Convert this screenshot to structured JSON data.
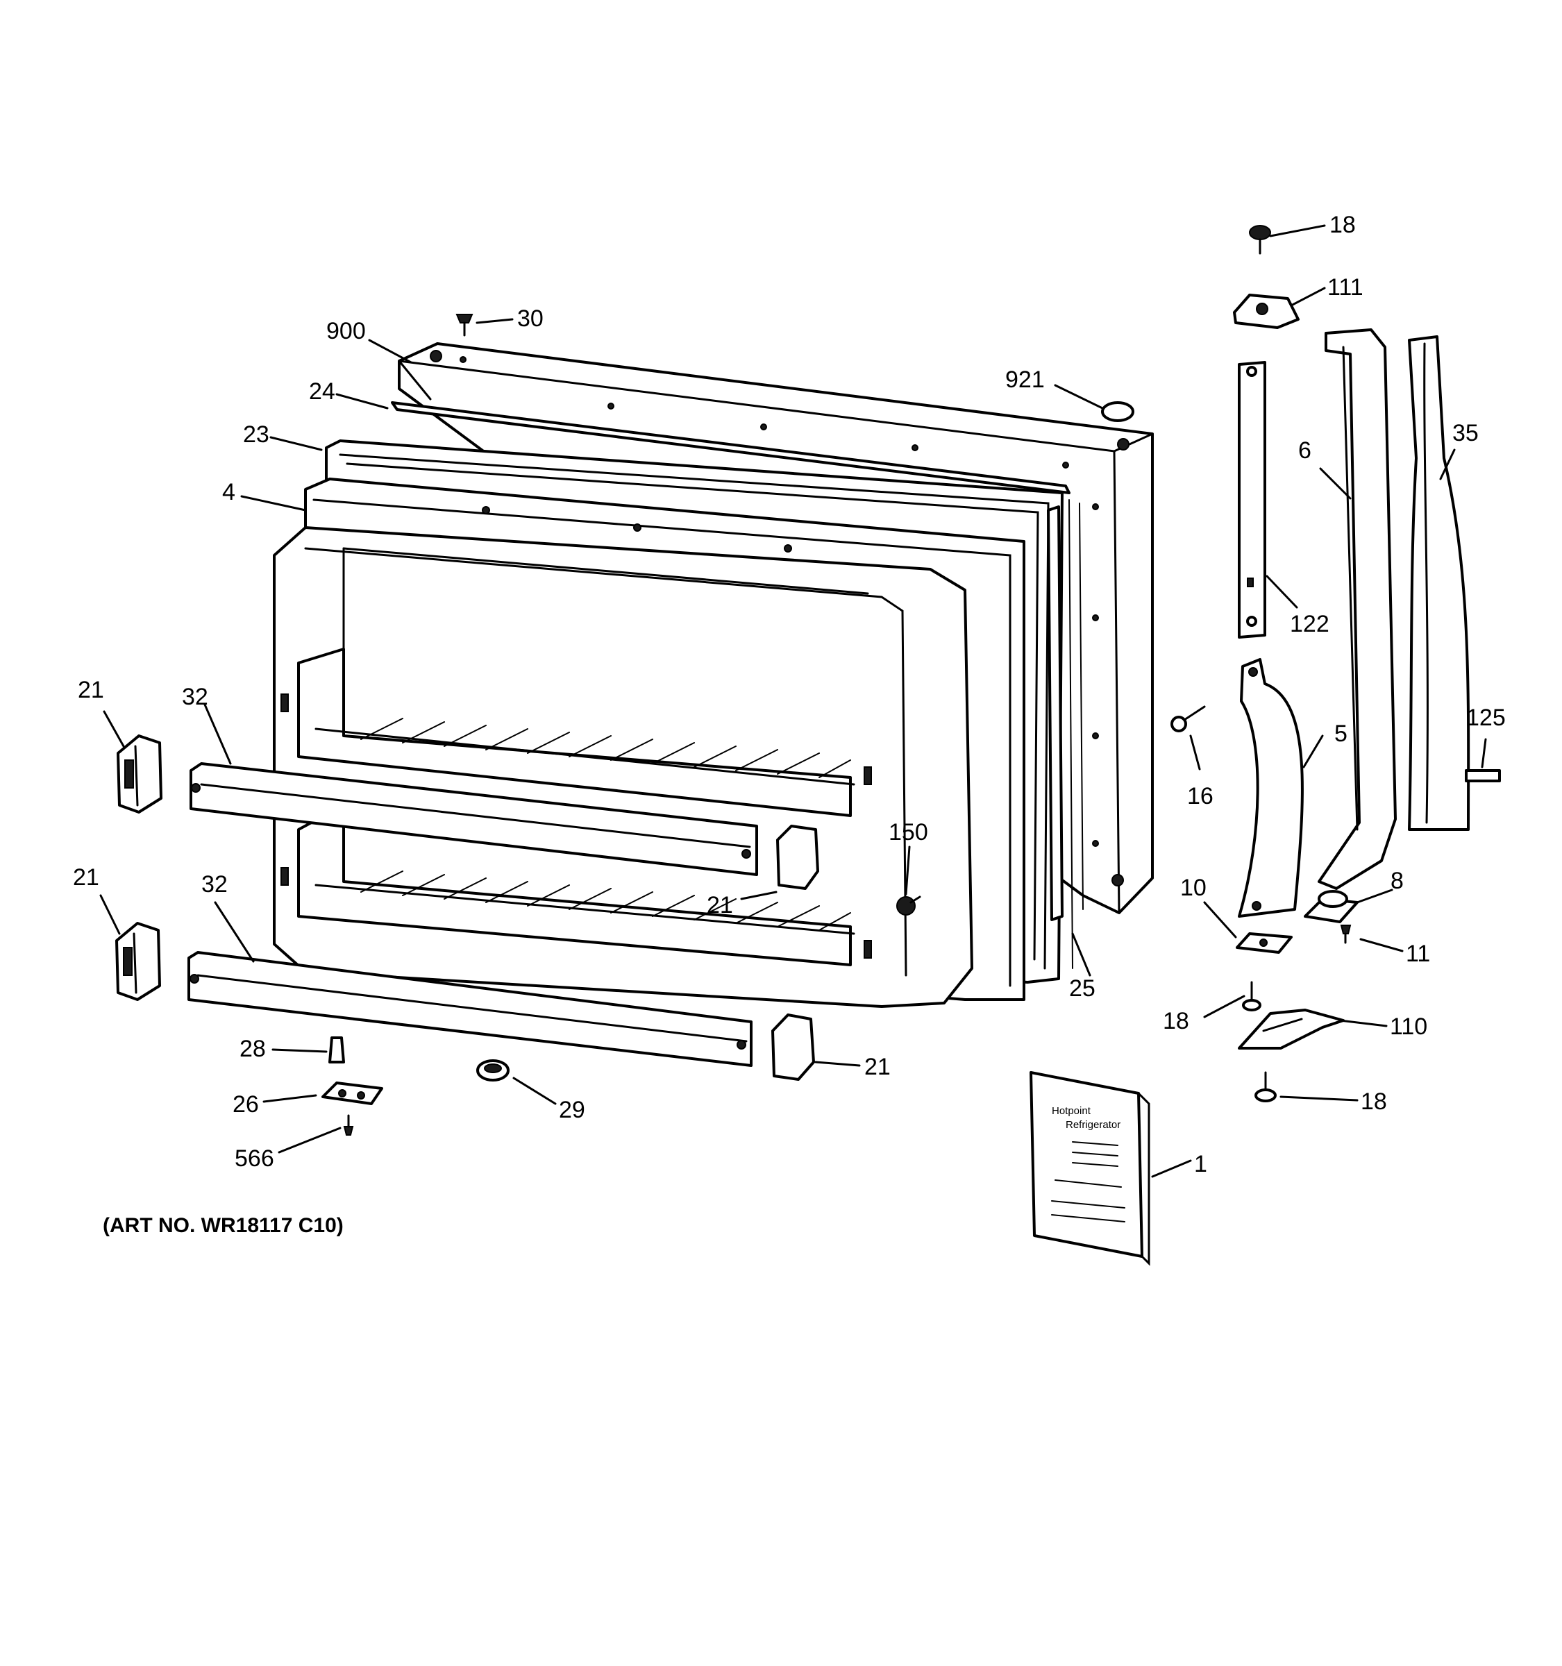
{
  "diagram": {
    "art_number": "(ART NO. WR18117 C10)",
    "callouts": [
      "900",
      "30",
      "24",
      "23",
      "4",
      "921",
      "18",
      "111",
      "6",
      "35",
      "122",
      "21",
      "32",
      "150",
      "21",
      "16",
      "5",
      "125",
      "21",
      "32",
      "10",
      "8",
      "11",
      "25",
      "28",
      "21",
      "18",
      "110",
      "26",
      "29",
      "18",
      "566",
      "1"
    ],
    "manual_cover_text": [
      "Hotpoint",
      "Refrigerator"
    ]
  }
}
